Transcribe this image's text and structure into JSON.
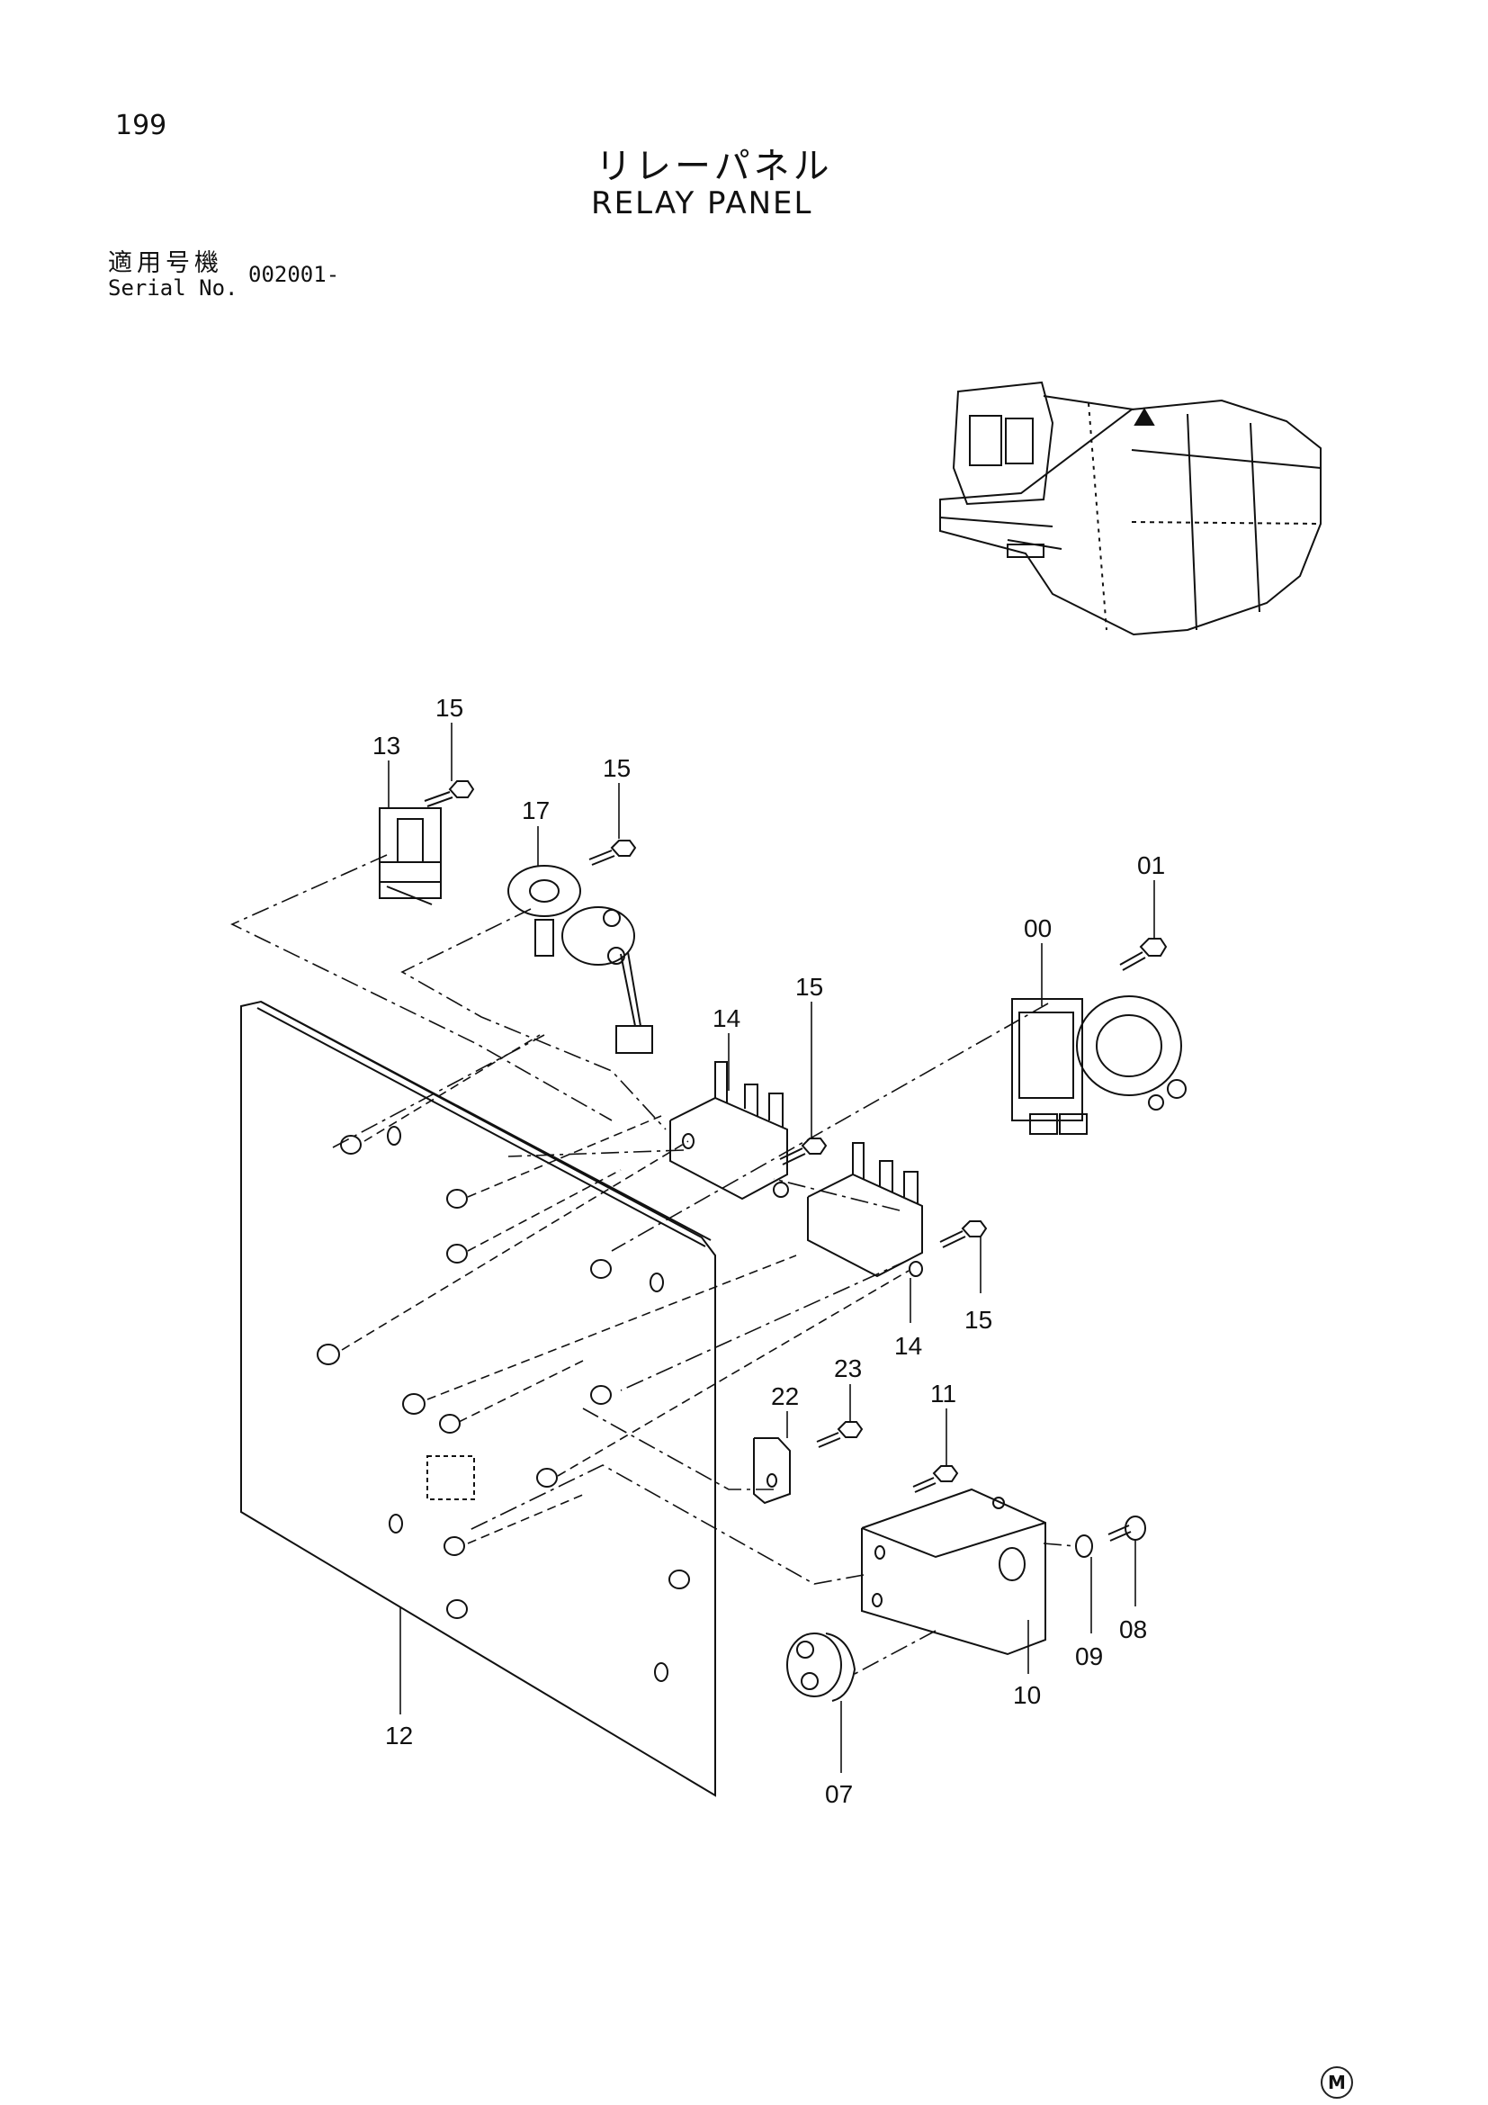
{
  "header": {
    "page_number": "199",
    "title_jp": "リレーパネル",
    "title_en": "RELAY PANEL",
    "serial_label_jp": "適用号機",
    "serial_label_en": "Serial No.",
    "serial_value": "002001-"
  },
  "footer": {
    "mark": "M"
  },
  "part_labels": {
    "p15a": "15",
    "p13": "13",
    "p15b": "15",
    "p17": "17",
    "p01": "01",
    "p00": "00",
    "p15c": "15",
    "p14a": "14",
    "p15d": "15",
    "p14b": "14",
    "p23": "23",
    "p22": "22",
    "p11": "11",
    "p08": "08",
    "p09": "09",
    "p10": "10",
    "p12": "12",
    "p07": "07"
  }
}
